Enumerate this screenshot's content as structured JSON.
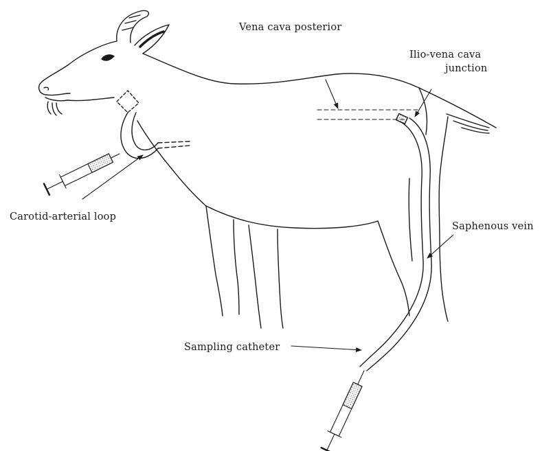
{
  "labels": {
    "vena_cava_posterior": "Vena cava posterior",
    "ilio_vena_cava_line1": "Ilio-vena cava",
    "ilio_vena_cava_line2": "junction",
    "carotid_arterial_loop": "Carotid-arterial loop",
    "saphenous_vein": "Saphenous vein",
    "sampling_catheter": "Sampling catheter"
  },
  "colors": {
    "ink": "#1a1a1a",
    "background": "#ffffff"
  }
}
